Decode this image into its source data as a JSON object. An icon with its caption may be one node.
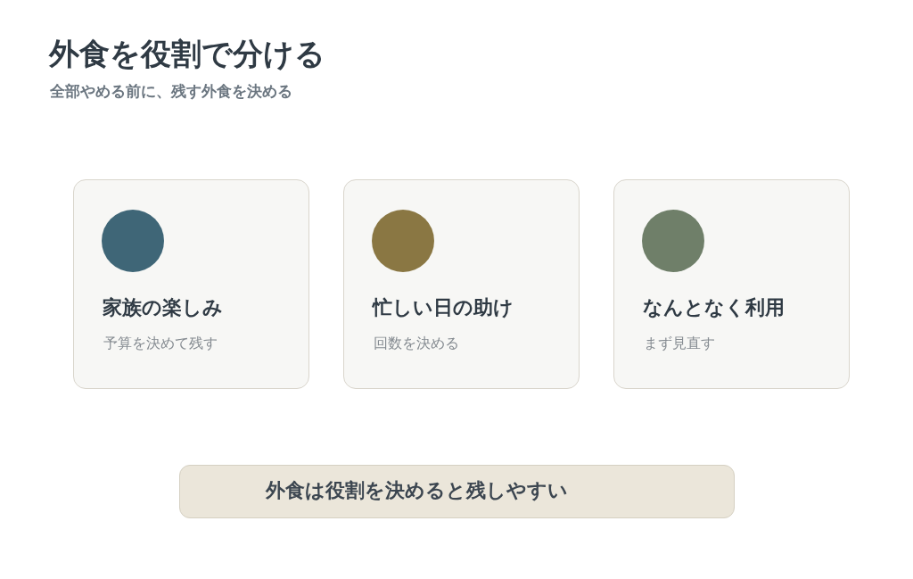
{
  "diagram": {
    "title": "外食を役割で分ける",
    "nodes": [
      {
        "text": [
          "家族の楽しみ",
          "予算を決めて残す"
        ]
      },
      {
        "text": [
          "忙しい日の助け",
          "回数を決める"
        ]
      },
      {
        "text": [
          "なんとなく利用",
          "まず見直す"
        ]
      },
      {
        "text": [
          "外食は役割を決めると残しやすい"
        ]
      }
    ],
    "edges": [],
    "labels": [
      "全部やめる前に、残す外食を決める"
    ]
  }
}
